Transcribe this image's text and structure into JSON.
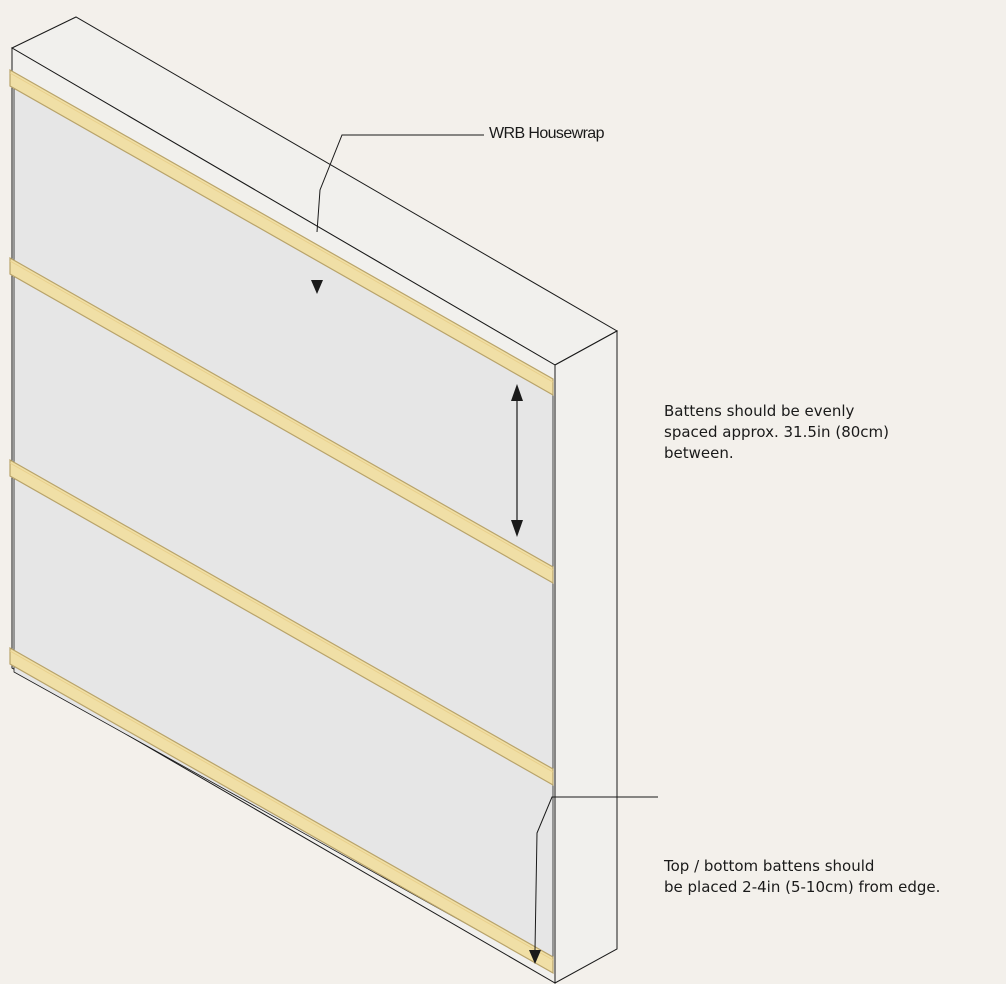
{
  "annotations": {
    "housewrap": "WRB Housewrap",
    "spacing": "Battens should be evenly\nspaced approx. 31.5in (80cm)\nbetween.",
    "edge": "Top / bottom battens should\nbe placed 2-4in (5-10cm) from edge."
  },
  "colors": {
    "background": "#f3f0eb",
    "wall_front": "#e6e6e6",
    "wall_frame": "#f1f0ed",
    "batten_fill": "#f0dfa6",
    "batten_edge": "#b8a36a",
    "line": "#1a1a1a"
  },
  "battens_count": 4
}
